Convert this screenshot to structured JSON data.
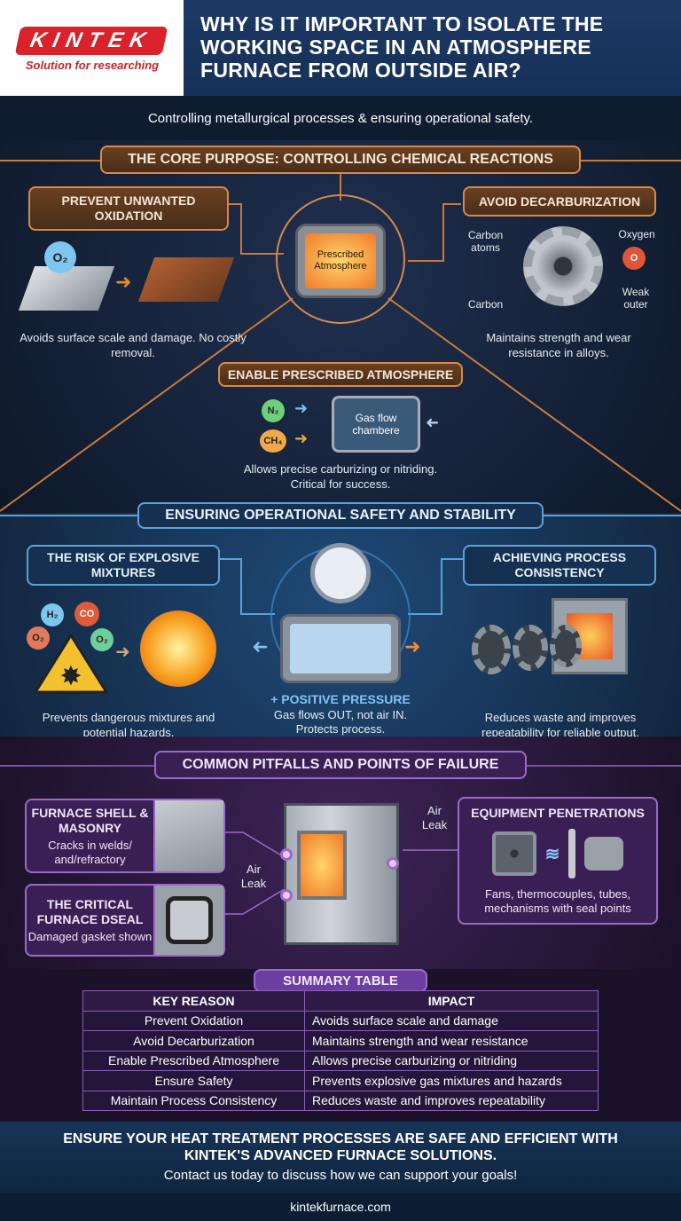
{
  "header": {
    "logo_text": "KINTEK",
    "logo_tagline": "Solution for researching",
    "title": "WHY IS IT IMPORTANT TO ISOLATE THE WORKING SPACE IN AN ATMOSPHERE FURNACE FROM OUTSIDE AIR?",
    "subtitle": "Controlling metallurgical processes & ensuring operational safety."
  },
  "core": {
    "heading": "THE CORE PURPOSE: CONTROLLING CHEMICAL REACTIONS",
    "center_label": "Prescribed Atmosphere",
    "oxidation": {
      "title": "PREVENT UNWANTED OXIDATION",
      "chip": "O₂",
      "text": "Avoids surface scale and damage. No costly removal."
    },
    "decarb": {
      "title": "AVOID DECARBURIZATION",
      "labels": [
        "Carbon atoms",
        "Oxygen",
        "Carbon",
        "Weak outer"
      ],
      "chip": "O",
      "text": "Maintains strength and wear resistance in alloys."
    },
    "atmosphere": {
      "title": "ENABLE PRESCRIBED ATMOSPHERE",
      "chips": [
        "N₂",
        "CH₄"
      ],
      "chamber": "Gas flow chambere",
      "text": "Allows precise carburizing or nitriding. Critical for success."
    }
  },
  "safety": {
    "heading": "ENSURING OPERATIONAL SAFETY AND STABILITY",
    "explosive": {
      "title": "THE RISK OF EXPLOSIVE MIXTURES",
      "chips": [
        "H₂",
        "CO",
        "O₂",
        "O₂"
      ],
      "text": "Prevents dangerous mixtures and potential hazards."
    },
    "pressure": {
      "title": "+ POSITIVE PRESSURE",
      "text": "Gas flows OUT, not air IN. Protects process."
    },
    "consistency": {
      "title": "ACHIEVING PROCESS CONSISTENCY",
      "text": "Reduces waste and improves repeatability for reliable output."
    }
  },
  "pitfalls": {
    "heading": "COMMON PITFALLS AND POINTS OF FAILURE",
    "shell": {
      "title": "FURNACE SHELL & MASONRY",
      "text": "Cracks in welds/ and/refractory"
    },
    "seal": {
      "title": "THE CRITICAL FURNACE DSEAL",
      "text": "Damaged gasket shown"
    },
    "air_leak_left": "Air Leak",
    "air_leak_right": "Air Leak",
    "penetrations": {
      "title": "EQUIPMENT PENETRATIONS",
      "text": "Fans, thermocouples, tubes, mechanisms with seal points"
    }
  },
  "summary": {
    "title": "SUMMARY TABLE",
    "columns": [
      "KEY REASON",
      "IMPACT"
    ],
    "rows": [
      [
        "Prevent Oxidation",
        "Avoids surface scale and damage"
      ],
      [
        "Avoid Decarburization",
        "Maintains strength and wear resistance"
      ],
      [
        "Enable Prescribed Atmosphere",
        "Allows precise carburizing or nitriding"
      ],
      [
        "Ensure Safety",
        "Prevents explosive gas mixtures and hazards"
      ],
      [
        "Maintain Process Consistency",
        "Reduces waste and improves repeatability"
      ]
    ]
  },
  "cta": {
    "headline": "ENSURE YOUR HEAT TREATMENT PROCESSES ARE SAFE AND EFFICIENT WITH KINTEK'S ADVANCED FURNACE SOLUTIONS.",
    "text": "Contact us today to discuss how we can support your goals!",
    "url": "kintekfurnace.com"
  },
  "colors": {
    "brand_red": "#d9222a",
    "core_accent": "#d8894a",
    "safety_accent": "#5aa3d8",
    "pitfall_accent": "#9a6ac8"
  }
}
